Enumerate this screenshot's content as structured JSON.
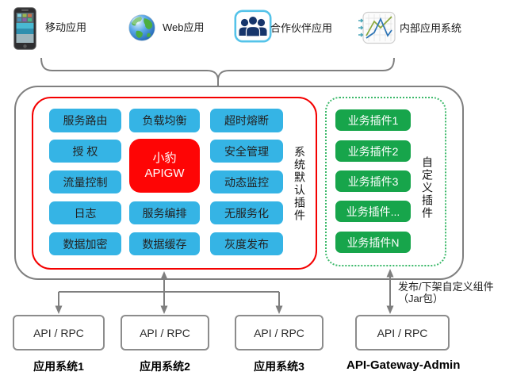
{
  "clients": [
    {
      "label": "移动应用",
      "icon": "smartphone-icon"
    },
    {
      "label": "Web应用",
      "icon": "globe-icon"
    },
    {
      "label": "合作伙伴应用",
      "icon": "partner-users-icon"
    },
    {
      "label": "内部应用系统",
      "icon": "line-chart-icon"
    }
  ],
  "gateway": {
    "core": {
      "line1": "小豹",
      "line2": "APIGW"
    },
    "system_plugins_label": "系统默认插件",
    "system_plugins": {
      "col1": [
        "服务路由",
        "授 权",
        "流量控制",
        "日志",
        "数据加密"
      ],
      "col2": [
        "负载均衡",
        "服务编排",
        "数据缓存"
      ],
      "col3": [
        "超时熔断",
        "安全管理",
        "动态监控",
        "无服务化",
        "灰度发布"
      ]
    },
    "custom_plugins_label": "自定义插件",
    "custom_plugins": [
      "业务插件1",
      "业务插件2",
      "业务插件3",
      "业务插件...",
      "业务插件N"
    ]
  },
  "backends": [
    {
      "box": "API / RPC",
      "label": "应用系统1"
    },
    {
      "box": "API / RPC",
      "label": "应用系统2"
    },
    {
      "box": "API / RPC",
      "label": "应用系统3"
    },
    {
      "box": "API / RPC",
      "label": "API-Gateway-Admin"
    }
  ],
  "annotations": {
    "publish_line1": "发布/下架自定义组件",
    "publish_line2": "（Jar包）"
  },
  "colors": {
    "plugin_blue": "#35b4e5",
    "plugin_green": "#17a54b",
    "core_red": "#fe0505",
    "panel_red_border": "#f40000",
    "panel_green_border": "#3cb96a",
    "connector_gray": "#7f7f7f"
  }
}
